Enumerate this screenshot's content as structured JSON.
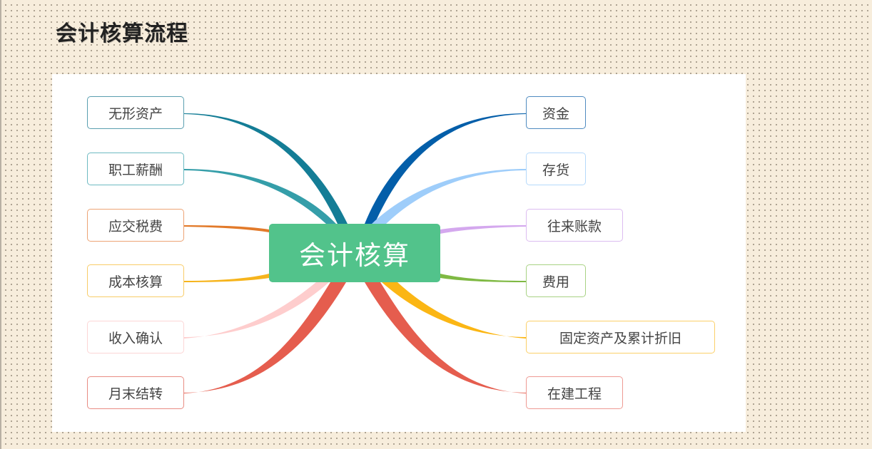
{
  "page": {
    "title": "会计核算流程"
  },
  "mindmap": {
    "root": {
      "label": "会计核算",
      "color": "#52c38b"
    },
    "left_branches": [
      {
        "label": "无形资产",
        "color": "#147d96",
        "border": "#5a9fb0"
      },
      {
        "label": "职工薪酬",
        "color": "#359ea9",
        "border": "#6dbac2"
      },
      {
        "label": "应交税费",
        "color": "#e27a2a",
        "border": "#eda475"
      },
      {
        "label": "成本核算",
        "color": "#f6b41c",
        "border": "#f8cc68"
      },
      {
        "label": "收入确认",
        "color": "#fecdcd",
        "border": "#fcd6d6"
      },
      {
        "label": "月末结转",
        "color": "#e55d4e",
        "border": "#e88c83"
      }
    ],
    "right_branches": [
      {
        "label": "资金",
        "color": "#035ea9",
        "border": "#4f8bc0"
      },
      {
        "label": "存货",
        "color": "#9ecdfa",
        "border": "#b5d9fb"
      },
      {
        "label": "往来账款",
        "color": "#d4a8ee",
        "border": "#dcbcf0"
      },
      {
        "label": "费用",
        "color": "#7fb943",
        "border": "#a8d284"
      },
      {
        "label": "固定资产及累计折旧",
        "color": "#fbb614",
        "border": "#fbd069"
      },
      {
        "label": "在建工程",
        "color": "#e55d4e",
        "border": "#ee9a93"
      }
    ]
  }
}
